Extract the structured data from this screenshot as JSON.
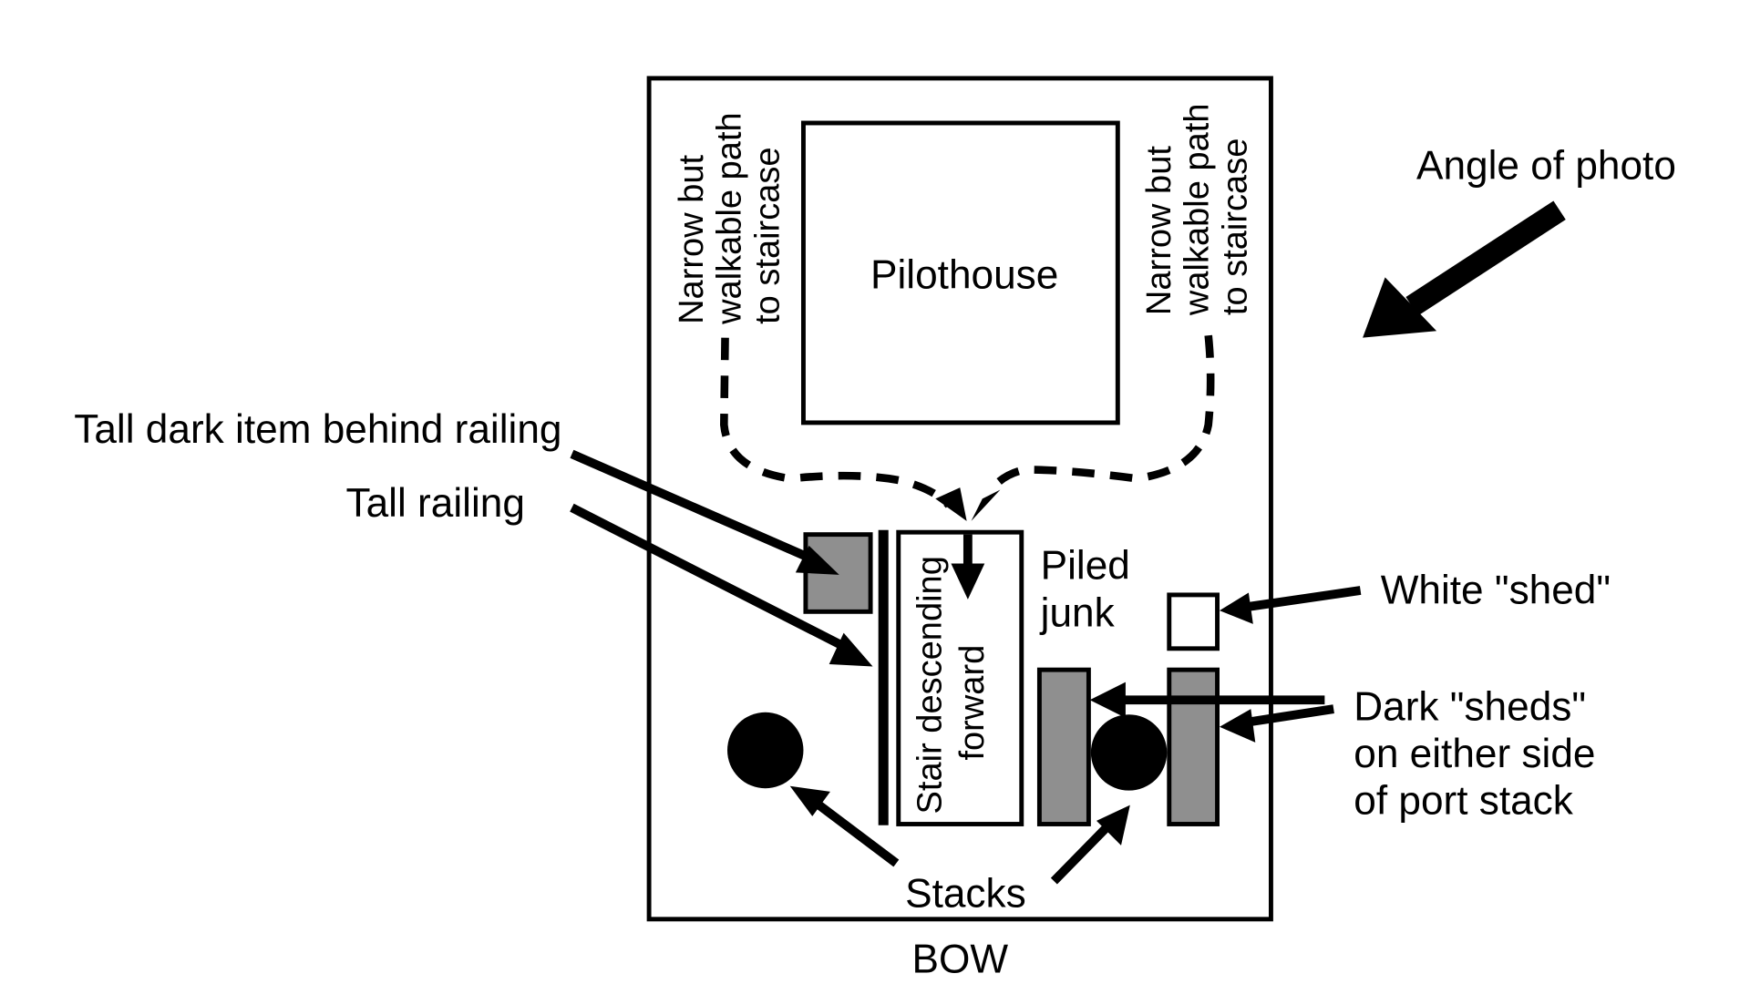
{
  "diagram": {
    "title": "Boat deck layout (pilothouse to bow)",
    "colors": {
      "ink": "#000000",
      "background": "#ffffff",
      "dark_fill": "#8f8f8f"
    },
    "labels": {
      "pilothouse": "Pilothouse",
      "path_left": [
        "Narrow but",
        "walkable path",
        "to staircase"
      ],
      "path_right": [
        "Narrow but",
        "walkable path",
        "to staircase"
      ],
      "angle_of_photo": "Angle of photo",
      "tall_dark_item": "Tall dark item behind railing",
      "tall_railing": "Tall railing",
      "stair": [
        "Stair descending",
        "forward"
      ],
      "piled_junk": [
        "Piled",
        "junk"
      ],
      "white_shed": "White \"shed\"",
      "dark_sheds": [
        "Dark \"sheds\"",
        "on either side",
        "of port stack"
      ],
      "stacks": "Stacks",
      "bow": "BOW"
    },
    "legend_elements": [
      {
        "name": "Pilothouse",
        "shape": "rectangle",
        "fill": "white"
      },
      {
        "name": "Tall dark item behind railing",
        "shape": "square",
        "fill": "gray"
      },
      {
        "name": "Tall railing",
        "shape": "thick line",
        "fill": "black"
      },
      {
        "name": "Stair descending forward",
        "shape": "rectangle",
        "fill": "white"
      },
      {
        "name": "White shed",
        "shape": "square",
        "fill": "white"
      },
      {
        "name": "Dark sheds",
        "shape": "rectangle",
        "count": 2,
        "fill": "gray"
      },
      {
        "name": "Stacks",
        "shape": "circle",
        "count": 2,
        "fill": "black"
      }
    ]
  }
}
